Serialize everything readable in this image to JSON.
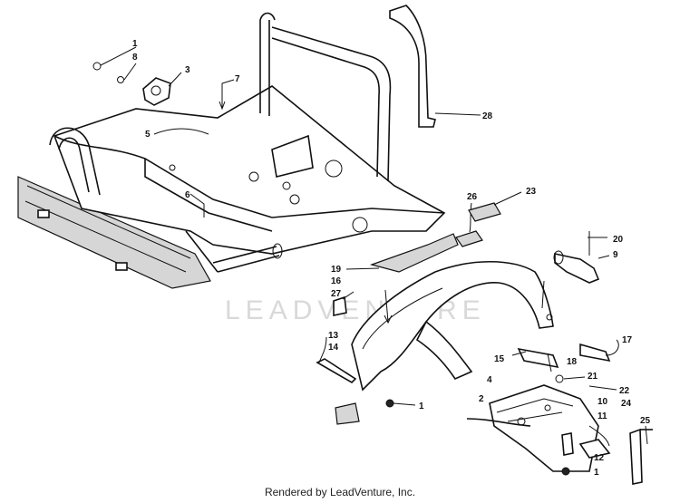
{
  "watermark": "LEADVENTURE",
  "footer": "Rendered by LeadVenture, Inc.",
  "callouts": [
    "1",
    "8",
    "3",
    "7",
    "5",
    "6",
    "28",
    "26",
    "23",
    "20",
    "9",
    "19",
    "16",
    "27",
    "13",
    "14",
    "1",
    "15",
    "18",
    "17",
    "4",
    "21",
    "22",
    "2",
    "10",
    "24",
    "11",
    "25",
    "12",
    "1"
  ],
  "colors": {
    "ink": "#111111",
    "watermark": "#d9d9d9",
    "background": "#ffffff"
  }
}
